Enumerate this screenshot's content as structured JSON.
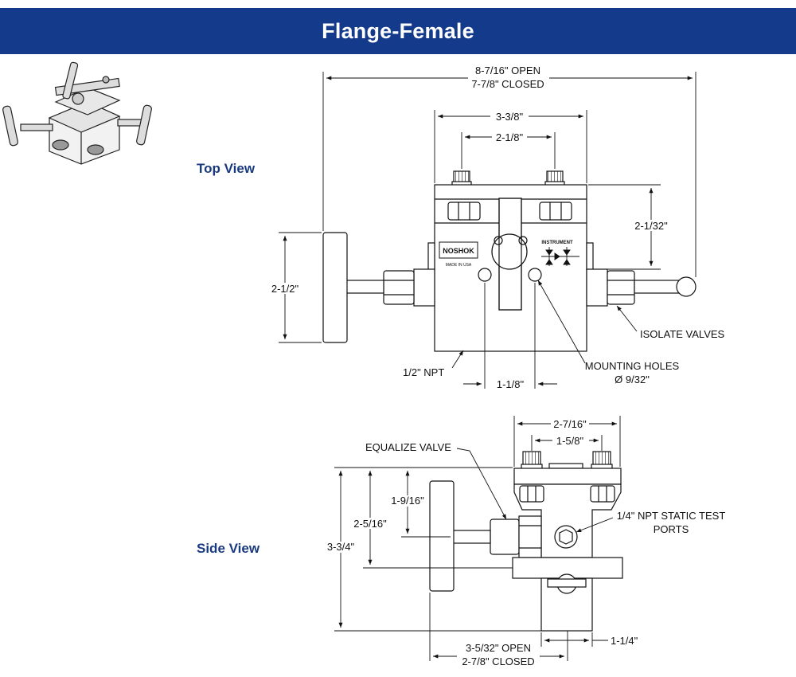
{
  "header": {
    "title": "Flange-Female"
  },
  "views": {
    "top": "Top View",
    "side": "Side View"
  },
  "top_view": {
    "overall_open": "8-7/16\" OPEN",
    "overall_closed": "7-7/8\" CLOSED",
    "body_width": "3-3/8\"",
    "port_spacing": "2-1/8\"",
    "height_right": "2-1/32\"",
    "handle_height": "2-1/2\"",
    "isolate_valves": "ISOLATE VALVES",
    "npt": "1/2\" NPT",
    "hole_spacing": "1-1/8\"",
    "mounting_holes": "MOUNTING HOLES",
    "hole_dia": "Ø 9/32\"",
    "brand": "NOSHOK",
    "made_in": "MADE IN USA",
    "instrument": "INSTRUMENT"
  },
  "side_view": {
    "equalize_valve": "EQUALIZE VALVE",
    "top_width": "2-7/16\"",
    "port_spacing": "1-5/8\"",
    "static_ports_1": "1/4\" NPT STATIC TEST",
    "static_ports_2": "PORTS",
    "dim_a": "1-9/16\"",
    "dim_b": "2-5/16\"",
    "dim_c": "3-3/4\"",
    "bottom_open": "3-5/32\" OPEN",
    "bottom_closed": "2-7/8\" CLOSED",
    "bottom_right": "1-1/4\""
  }
}
